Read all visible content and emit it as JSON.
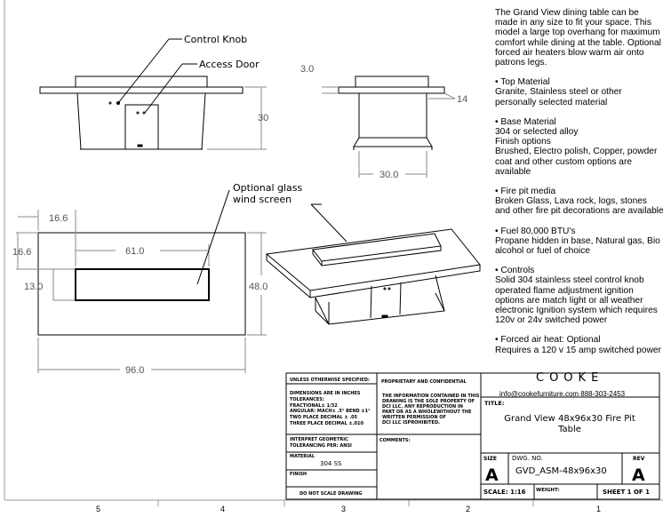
{
  "callouts": {
    "control_knob": "Control Knob",
    "access_door": "Access Door",
    "glass": [
      "Optional glass",
      "wind screen"
    ]
  },
  "dimensions": {
    "front_height": "30",
    "side_top": "3.0",
    "side_overhang": "14",
    "side_width": "30.0",
    "top_left_offset": "16.6",
    "top_top_offset": "16.6",
    "insert_length": "61.0",
    "insert_width": "13.0",
    "table_width": "48.0",
    "table_length": "96.0"
  },
  "notes": {
    "intro": "The Grand View dining table can be made in any size to fit your space. This model a large top overhang for maximum comfort while dining at the table. Optional forced air heaters blow warm air onto patrons legs.",
    "sections": [
      {
        "title": "Top Material",
        "body": "Granite, Stainless steel or other personally selected material"
      },
      {
        "title": "Base Material",
        "body": "304 or selected alloy\nFinish options\nBrushed, Electro polish, Copper, powder coat and other custom options are available"
      },
      {
        "title": "Fire pit media",
        "body": "Broken Glass, Lava rock, logs, stones and other fire pit decorations are available"
      },
      {
        "title": "Fuel 80,000 BTU's",
        "body": "Propane hidden in base, Natural gas, Bio alcohol or fuel of choice"
      },
      {
        "title": "Controls",
        "body": "Solid 304 stainless steel control knob operated flame adjustment ignition options are match light or all weather electronic Ignition system which requires 120v or 24v switched power"
      },
      {
        "title": "Forced air heat: Optional",
        "body": "Requires a 120 v 15 amp switched power"
      }
    ]
  },
  "title_block": {
    "unless": "UNLESS OTHERWISE SPECIFIED:",
    "tolerances": [
      "DIMENSIONS ARE IN INCHES",
      "TOLERANCES:",
      "FRACTIONAL± 1/32",
      "ANGULAR: MACH± .5° BEND ±1°",
      "TWO PLACE DECIMAL    ± .05",
      "THREE PLACE DECIMAL  ±.010"
    ],
    "interpret": [
      "INTERPRET GEOMETRIC",
      "TOLERANCING PER: ANSI"
    ],
    "material_label": "MATERIAL",
    "material": "304 SS",
    "finish_label": "FINISH",
    "no_scale": "DO NOT SCALE DRAWING",
    "proprietary": "PROPRIETARY AND CONFIDENTIAL",
    "proprietary_text": [
      "THE INFORMATION CONTAINED IN THIS",
      "DRAWING IS THE SOLE PROPERTY OF",
      "DCI LLC.  ANY REPRODUCTION IN",
      "PART OR AS A WHOLEWITHOUT THE",
      "WRITTEN PERMISSION OF",
      "DCI LLC ISPROHIBITED."
    ],
    "comments": "COMMENTS:",
    "brand": "COOKE",
    "contact": "info@cookefurniture.com 888-303-2453",
    "title_label": "TITLE:",
    "title": [
      "Grand View 48x96x30 Fire Pit",
      "Table"
    ],
    "size_label": "SIZE",
    "size": "A",
    "dwg_label": "DWG.  NO.",
    "dwg": "GVD_ASM-48x96x30",
    "rev_label": "REV",
    "rev": "A",
    "scale": "SCALE: 1:16",
    "weight": "WEIGHT:",
    "sheet": "SHEET 1 OF 1"
  },
  "zones": [
    "5",
    "4",
    "3",
    "2",
    "1"
  ]
}
